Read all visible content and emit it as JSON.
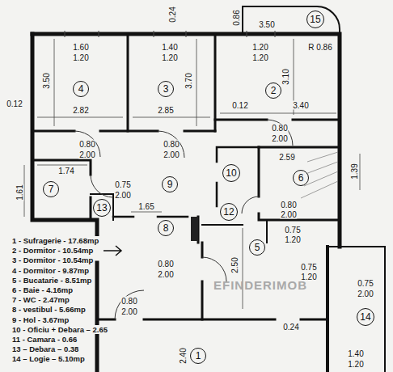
{
  "diagram": {
    "nodes": [
      {
        "text": [
          "15"
        ]
      },
      {
        "text": [
          "4"
        ]
      },
      {
        "text": [
          "3"
        ]
      },
      {
        "text": [
          "2"
        ]
      },
      {
        "text": [
          "10"
        ]
      },
      {
        "text": [
          "6"
        ]
      },
      {
        "text": [
          "9"
        ]
      },
      {
        "text": [
          "7"
        ]
      },
      {
        "text": [
          "13"
        ]
      },
      {
        "text": [
          "12"
        ]
      },
      {
        "text": [
          "8"
        ]
      },
      {
        "text": [
          "5"
        ]
      },
      {
        "text": [
          "14"
        ]
      },
      {
        "text": [
          "1"
        ]
      }
    ],
    "labels": [
      "0.24",
      "0.86",
      "3.50",
      "R 0.86",
      "1.60",
      "1.20",
      "1.40",
      "1.20",
      "1.20",
      "1.20",
      "0.12",
      "3.50",
      "2.82",
      "3.70",
      "2.85",
      "3.10",
      "0.12",
      "3.40",
      "0.80",
      "2.00",
      "0.80",
      "2.00",
      "0.80",
      "2.00",
      "2.59",
      "1.39",
      "1.74",
      "1.61",
      "0.75",
      "2.00",
      "1.65",
      "0.80",
      "2.00",
      "0.75",
      "1.20",
      "2.50",
      "0.75",
      "1.20",
      "0.75",
      "2.00",
      "0.80",
      "2.00",
      "0.80",
      "2.00",
      "0.24",
      "2.40",
      "1.40",
      "1.20",
      "EFINDERIMOB",
      "1 - Sufragerie - 17.68mp",
      "2 - Dormitor - 10.54mp",
      "3 - Dormitor - 10.54mp",
      "4 - Dormitor - 9.87mp",
      "5 - Bucatarie - 8.51mp",
      "6 - Baie - 4.16mp",
      "7 - WC - 2.47mp",
      "8 - vestibul - 5.66mp",
      "9 - Hol - 3.67mp",
      "10 - Oficiu + Debara – 2.65",
      "11 - Camara - 0.66",
      "13 – Debara – 0.38",
      "14 – Logie – 5.10mp"
    ]
  }
}
